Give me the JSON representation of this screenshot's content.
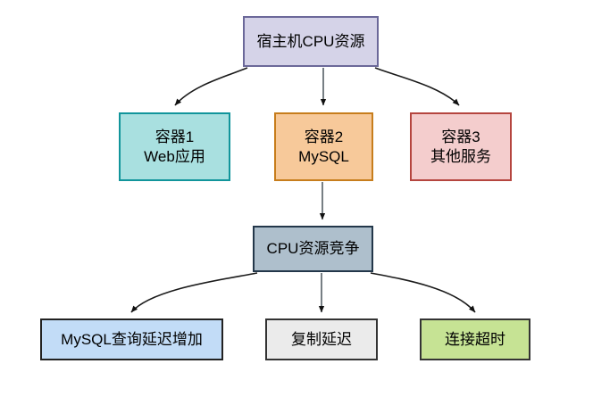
{
  "diagram": {
    "type": "flowchart",
    "direction": "top-down",
    "title": "",
    "nodes": [
      {
        "id": "host",
        "lines": [
          "宿主机CPU资源"
        ],
        "fill": "#d5d3e8",
        "stroke": "#6b6899"
      },
      {
        "id": "container1",
        "lines": [
          "容器1",
          "Web应用"
        ],
        "fill": "#a9e0e0",
        "stroke": "#11959b"
      },
      {
        "id": "container2",
        "lines": [
          "容器2",
          "MySQL"
        ],
        "fill": "#f7c99a",
        "stroke": "#c77d1c"
      },
      {
        "id": "container3",
        "lines": [
          "容器3",
          "其他服务"
        ],
        "fill": "#f4cdcd",
        "stroke": "#b5453f"
      },
      {
        "id": "cpu_contention",
        "lines": [
          "CPU资源竞争"
        ],
        "fill": "#aebfcc",
        "stroke": "#23374a"
      },
      {
        "id": "query_latency",
        "lines": [
          "MySQL查询延迟增加"
        ],
        "fill": "#c2dcf7",
        "stroke": "#222222"
      },
      {
        "id": "replication_delay",
        "lines": [
          "复制延迟"
        ],
        "fill": "#ebebeb",
        "stroke": "#333333"
      },
      {
        "id": "connection_timeout",
        "lines": [
          "连接超时"
        ],
        "fill": "#c6e394",
        "stroke": "#343434"
      }
    ],
    "edges": [
      {
        "from": "host",
        "to": "container1",
        "label": "",
        "style": "curved"
      },
      {
        "from": "host",
        "to": "container2",
        "label": "",
        "style": "straight"
      },
      {
        "from": "host",
        "to": "container3",
        "label": "",
        "style": "curved"
      },
      {
        "from": "container2",
        "to": "cpu_contention",
        "label": "",
        "style": "straight"
      },
      {
        "from": "cpu_contention",
        "to": "query_latency",
        "label": "",
        "style": "curved"
      },
      {
        "from": "cpu_contention",
        "to": "replication_delay",
        "label": "",
        "style": "straight"
      },
      {
        "from": "cpu_contention",
        "to": "connection_timeout",
        "label": "",
        "style": "curved"
      }
    ],
    "edge_color": "#1a1a1a",
    "background": "#ffffff"
  }
}
